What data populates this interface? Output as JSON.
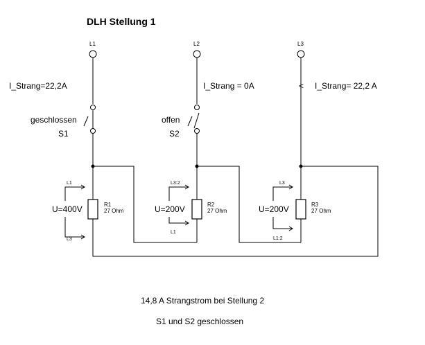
{
  "title": "DLH Stellung 1",
  "phases": [
    {
      "terminal": "L1",
      "current": "I_Strang=22,2A"
    },
    {
      "terminal": "L2",
      "current": "I_Strang = 0A"
    },
    {
      "terminal": "L3",
      "current": "I_Strang= 22,2 A",
      "arrow": "<"
    }
  ],
  "switches": [
    {
      "state": "geschlossen",
      "name": "S1"
    },
    {
      "state": "offen",
      "name": "S2"
    }
  ],
  "resistors": [
    {
      "name": "R1",
      "value": "27 Ohm",
      "voltage": "U=400V",
      "top": "L1",
      "bottom": "L3"
    },
    {
      "name": "R2",
      "value": "27 Ohm",
      "voltage": "U=200V",
      "top": "L3:2",
      "bottom": "L1"
    },
    {
      "name": "R3",
      "value": "27 Ohm",
      "voltage": "U=200V",
      "top": "L3",
      "bottom": "L1:2"
    }
  ],
  "notes": [
    "14,8 A Strangstrom bei Stellung 2",
    "S1 und S2 geschlossen"
  ]
}
